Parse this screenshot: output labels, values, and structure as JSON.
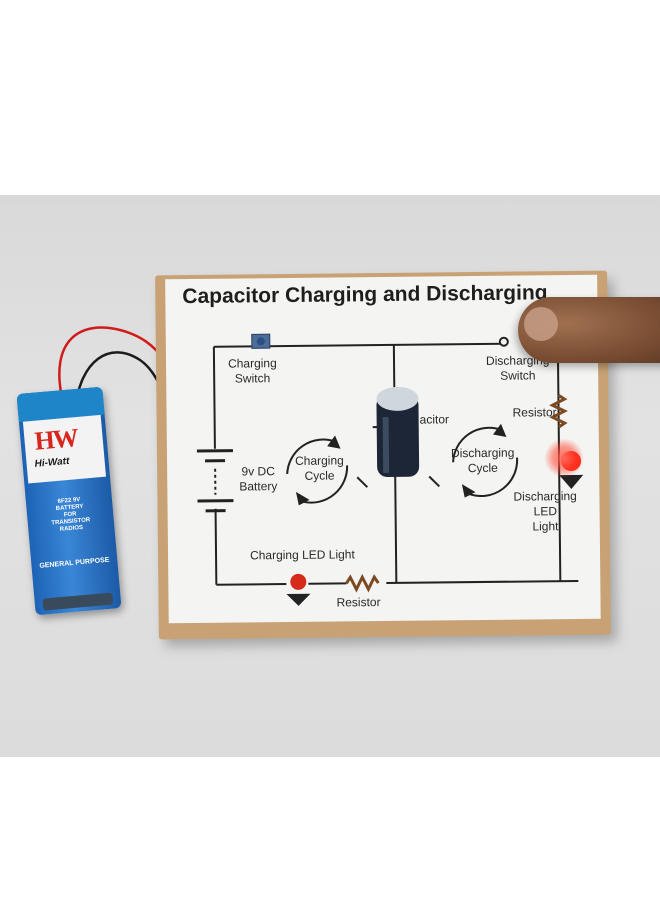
{
  "board": {
    "title": "Capacitor Charging and Discharging",
    "charging_switch": [
      "Charging",
      "Switch"
    ],
    "discharging_switch": [
      "Discharging",
      "Switch"
    ],
    "resistor_right": "Resistor",
    "resistor_bottom": "Resistor",
    "capacitor": "acitor",
    "battery_label": [
      "9v DC",
      "Battery"
    ],
    "charging_cycle": [
      "Charging",
      "Cycle"
    ],
    "discharging_cycle": [
      "Discharging",
      "Cycle"
    ],
    "discharging_led": [
      "Discharging",
      "LED",
      "Light"
    ],
    "charging_led": "Charging LED Light"
  },
  "battery": {
    "brand_logo": "HW",
    "brand_name": "Hi-Watt",
    "spec": [
      "6F22 9V",
      "BATTERY",
      "FOR",
      "TRANSISTOR",
      "RADIOS"
    ],
    "tagline": "GENERAL PURPOSE"
  },
  "colors": {
    "led_on": "#ff2a1a",
    "battery_blue": "#2a74c6",
    "wire_red": "#d11b1b",
    "board_wood": "#c8a274"
  }
}
